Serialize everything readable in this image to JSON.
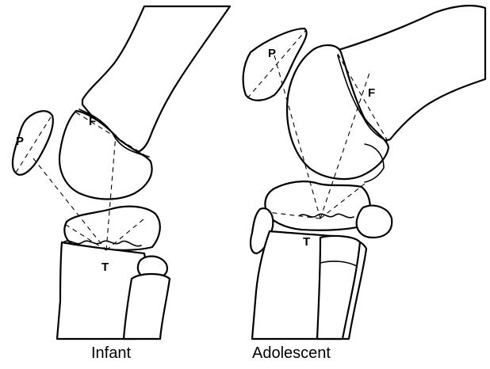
{
  "infant": {
    "caption": "Infant",
    "points": {
      "patella": "P",
      "femur": "F",
      "tibia": "T"
    }
  },
  "adolescent": {
    "caption": "Adolescent",
    "points": {
      "patella": "P",
      "femur": "F",
      "tibia": "T"
    }
  },
  "colors": {
    "ink": "#000000",
    "background": "#ffffff"
  }
}
